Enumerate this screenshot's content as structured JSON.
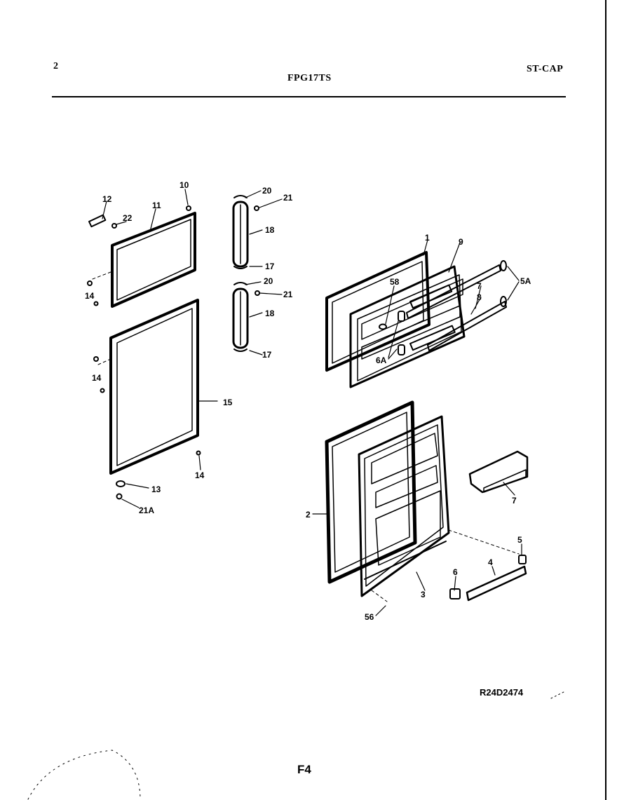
{
  "header": {
    "page_number": "2",
    "model": "FPG17TS",
    "section": "ST-CAP"
  },
  "footer": {
    "drawing_ref": "R24D2474",
    "figure": "F4"
  },
  "callouts": {
    "c12": "12",
    "c22": "22",
    "c11": "11",
    "c10": "10",
    "c14a": "14",
    "c14b": "14",
    "c15": "15",
    "c14c": "14",
    "c13": "13",
    "c21a": "21A",
    "c20a": "20",
    "c21b": "21",
    "c18a": "18",
    "c17a": "17",
    "c20b": "20",
    "c21c": "21",
    "c18b": "18",
    "c17b": "17",
    "c1": "1",
    "c9": "9",
    "c5a": "5A",
    "c58": "58",
    "c7a": "7",
    "c8": "8",
    "c6a": "6A",
    "c2": "2",
    "c7b": "7",
    "c5": "5",
    "c4": "4",
    "c6": "6",
    "c3": "3",
    "c56": "56"
  }
}
